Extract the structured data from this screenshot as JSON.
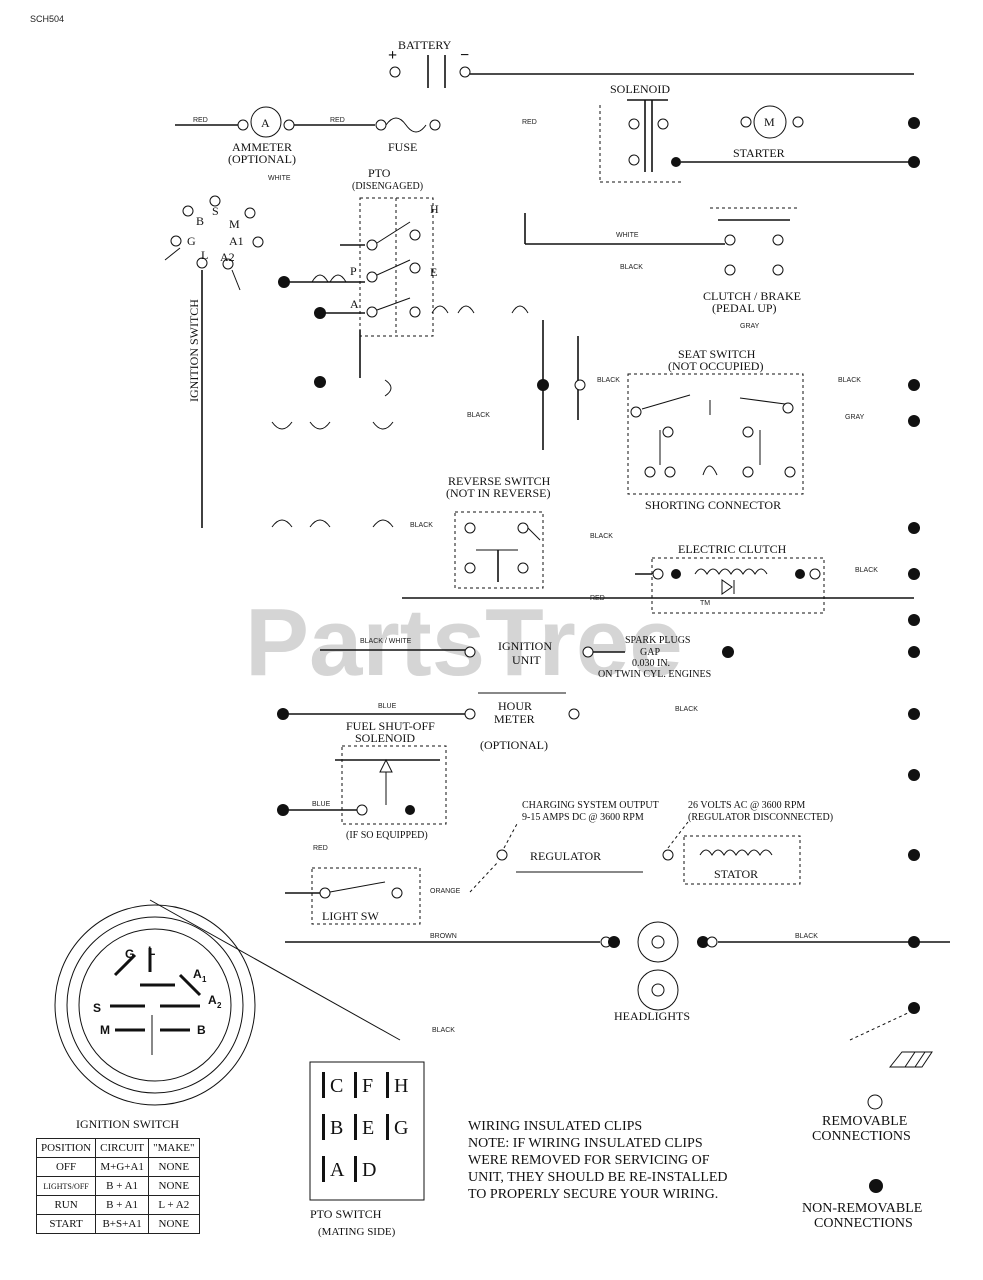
{
  "doc_code": "SCH504",
  "watermark": "PartsTree",
  "trademark": "TM",
  "components": {
    "battery": "BATTERY",
    "battery_pos": "+",
    "battery_neg": "−",
    "solenoid": "SOLENOID",
    "ammeter_letter": "A",
    "ammeter": "AMMETER",
    "ammeter_opt": "(OPTIONAL)",
    "fuse": "FUSE",
    "starter_letter": "M",
    "starter": "STARTER",
    "pto": "PTO",
    "pto_state": "(DISENGAGED)",
    "pto_h": "H",
    "pto_p": "P",
    "pto_e": "E",
    "pto_a": "A",
    "clutch": "CLUTCH / BRAKE",
    "clutch_state": "(PEDAL UP)",
    "seat": "SEAT SWITCH",
    "seat_state": "(NOT OCCUPIED)",
    "shorting": "SHORTING CONNECTOR",
    "reverse": "REVERSE SWITCH",
    "reverse_state": "(NOT IN REVERSE)",
    "electric_clutch": "ELECTRIC CLUTCH",
    "ignition_unit_1": "IGNITION",
    "ignition_unit_2": "UNIT",
    "spark_1": "SPARK PLUGS",
    "spark_2": "GAP",
    "spark_3": "0.030 IN.",
    "spark_4": "ON TWIN CYL. ENGINES",
    "hour_1": "HOUR",
    "hour_2": "METER",
    "hour_opt": "(OPTIONAL)",
    "fuel_1": "FUEL SHUT-OFF",
    "fuel_2": "SOLENOID",
    "fuel_eq": "(IF SO EQUIPPED)",
    "charging_1": "CHARGING SYSTEM OUTPUT",
    "charging_2": "9-15 AMPS DC @ 3600 RPM",
    "ac_1": "26 VOLTS AC @ 3600 RPM",
    "ac_2": "(REGULATOR DISCONNECTED)",
    "regulator": "REGULATOR",
    "stator": "STATOR",
    "light_sw": "LIGHT SW",
    "headlights": "HEADLIGHTS",
    "ignition_switch": "IGNITION SWITCH"
  },
  "ign_terminals": {
    "b": "B",
    "s": "S",
    "m": "M",
    "g": "G",
    "l": "L",
    "a1": "A1",
    "a2": "A2"
  },
  "ign_face": {
    "g": "G",
    "l": "L",
    "a1": "A",
    "a1_sub": "1",
    "s": "S",
    "a2": "A",
    "a2_sub": "2",
    "m": "M",
    "b": "B"
  },
  "wires": {
    "red1": "RED",
    "red2": "RED",
    "red3": "RED",
    "red4": "RED",
    "white1": "WHITE",
    "white2": "WHITE",
    "black1": "BLACK",
    "black2": "BLACK",
    "black3": "BLACK",
    "black4": "BLACK",
    "black5": "BLACK",
    "black6": "BLACK",
    "black7": "BLACK",
    "black8": "BLACK",
    "black9": "BLACK",
    "gray1": "GRAY",
    "gray2": "GRAY",
    "black_white": "BLACK / WHITE",
    "blue1": "BLUE",
    "blue2": "BLUE",
    "orange": "ORANGE",
    "brown": "BROWN"
  },
  "ign_table": {
    "title": "IGNITION SWITCH",
    "headers": [
      "POSITION",
      "CIRCUIT",
      "\"MAKE\""
    ],
    "rows": [
      [
        "OFF",
        "M+G+A1",
        "NONE"
      ],
      [
        "LIGHTS/OFF",
        "B + A1",
        "NONE"
      ],
      [
        "RUN",
        "B + A1",
        "L + A2"
      ],
      [
        "START",
        "B+S+A1",
        "NONE"
      ]
    ]
  },
  "pto_switch": {
    "cells": [
      "C",
      "F",
      "H",
      "B",
      "E",
      "G",
      "A",
      "D"
    ],
    "title": "PTO SWITCH",
    "subtitle": "(MATING SIDE)"
  },
  "note": {
    "l1": "WIRING INSULATED CLIPS",
    "l2": "NOTE: IF WIRING INSULATED CLIPS",
    "l3": "WERE REMOVED FOR SERVICING OF",
    "l4": "UNIT, THEY SHOULD BE RE-INSTALLED",
    "l5": "TO PROPERLY SECURE YOUR WIRING."
  },
  "legend": {
    "removable_1": "REMOVABLE",
    "removable_2": "CONNECTIONS",
    "nonremovable_1": "NON-REMOVABLE",
    "nonremovable_2": "CONNECTIONS"
  }
}
